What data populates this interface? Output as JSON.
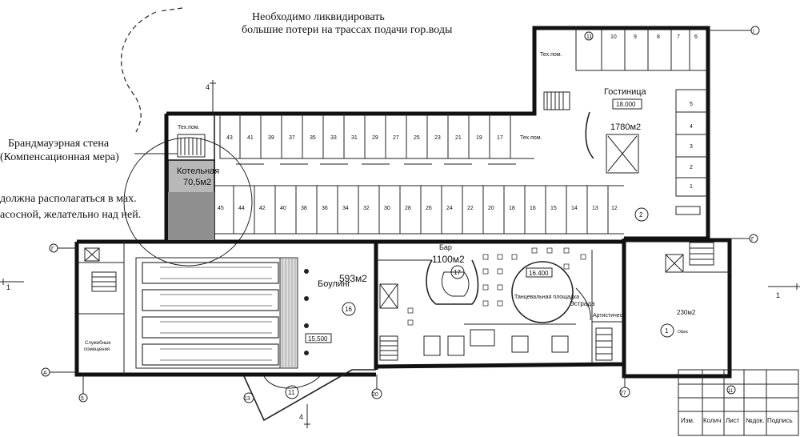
{
  "notes": {
    "top_line1": "Необходимо ликвидировать",
    "top_line2": "большие потери на трассах подачи гор.воды",
    "fire_wall_line1": "Брандмауэрная стена",
    "fire_wall_line2": "(Компенсационная мера)",
    "boiler_line1": "должна располагаться в мах.",
    "boiler_line2": "асосной, желательно над ней."
  },
  "rooms": {
    "boiler_name": "Котельная",
    "boiler_area": "70,5м2",
    "hotel_name": "Гостиница",
    "hotel_level": "18.000",
    "hotel_area": "1780м2",
    "hotel_number": "2",
    "bowling_name": "Боулинг",
    "bowling_area": "593м2",
    "bowling_number": "16",
    "bowling_level": "15.500",
    "bar_name": "Бар",
    "bar_area": "1100м2",
    "bar_number": "17",
    "dance_level": "16.400",
    "dance_name": "Танцевальная площадка",
    "stage_name": "Эстрада",
    "artist_name": "Артистическ.",
    "office_area": "230м2",
    "office_number": "1",
    "office_name": "Офис",
    "service_line1": "Служебные",
    "service_line2": "помещения",
    "tech_1": "Тех.пом.",
    "tech_2": "Тех.пом.",
    "tech_3": "Тех.пом.",
    "terrace_number": "11",
    "hotel_room_11": "11"
  },
  "room_numbers": {
    "upper_row": [
      "43",
      "41",
      "39",
      "37",
      "35",
      "33",
      "31",
      "29",
      "27",
      "25",
      "23",
      "21",
      "19",
      "17"
    ],
    "lower_row": [
      "45",
      "44",
      "42",
      "40",
      "38",
      "36",
      "34",
      "32",
      "30",
      "28",
      "26",
      "24",
      "22",
      "20",
      "18",
      "16",
      "15",
      "14",
      "13",
      "12"
    ],
    "top_wing": [
      "10",
      "9",
      "8",
      "7",
      "6"
    ],
    "right_wing": [
      "5",
      "4",
      "3",
      "2",
      "1"
    ]
  },
  "axes": {
    "I": "І",
    "G": "Г",
    "A": "А",
    "n13": "13",
    "n20": "20",
    "n27": "27",
    "n5": "5",
    "n4": "4",
    "n11": "11",
    "n4b": "4",
    "n1": "1"
  },
  "title_block": {
    "cols": [
      "Изм.",
      "Колич",
      "Лист",
      "№док.",
      "Подпись"
    ],
    "sheet_mark": "11"
  }
}
